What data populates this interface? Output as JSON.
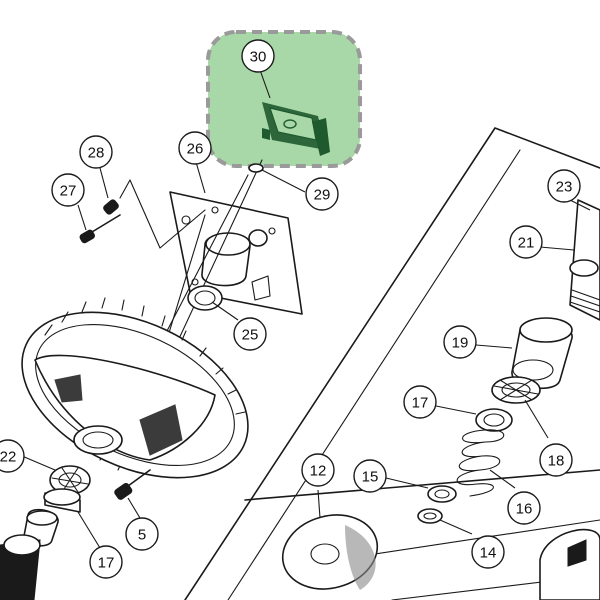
{
  "highlight": {
    "fill": "#a8d8a8",
    "border": "#9a9a9a",
    "part_color": "#1f5a2e"
  },
  "callouts": [
    {
      "id": "c30",
      "label": "30"
    },
    {
      "id": "c26",
      "label": "26"
    },
    {
      "id": "c28",
      "label": "28"
    },
    {
      "id": "c27",
      "label": "27"
    },
    {
      "id": "c29",
      "label": "29"
    },
    {
      "id": "c23",
      "label": "23"
    },
    {
      "id": "c21",
      "label": "21"
    },
    {
      "id": "c25",
      "label": "25"
    },
    {
      "id": "c19",
      "label": "19"
    },
    {
      "id": "c17a",
      "label": "17"
    },
    {
      "id": "c18",
      "label": "18"
    },
    {
      "id": "c22",
      "label": "22"
    },
    {
      "id": "c12",
      "label": "12"
    },
    {
      "id": "c15",
      "label": "15"
    },
    {
      "id": "c16",
      "label": "16"
    },
    {
      "id": "c5",
      "label": "5"
    },
    {
      "id": "c14",
      "label": "14"
    },
    {
      "id": "c17b",
      "label": "17"
    }
  ]
}
